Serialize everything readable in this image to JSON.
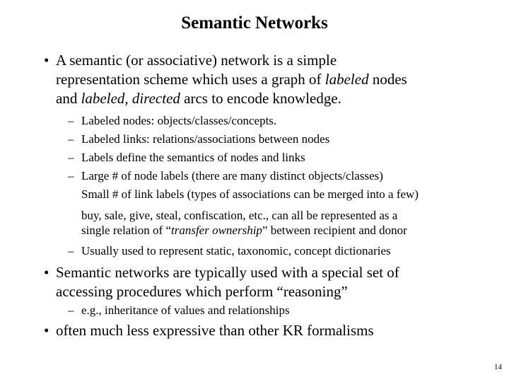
{
  "slide": {
    "title": "Semantic Networks",
    "page_number": "14"
  },
  "markers": {
    "bullet": "•",
    "dash": "–"
  },
  "bullet1": {
    "line1": "A semantic (or associative) network is a simple",
    "line2": {
      "pre": "representation scheme which uses a graph of ",
      "italic": "labeled",
      "post": " nodes"
    },
    "line3": {
      "pre": "and ",
      "italic": "labeled, directed",
      "post": " arcs to encode knowledge."
    }
  },
  "sublist1": {
    "item1": "Labeled nodes: objects/classes/concepts.",
    "item2": "Labeled links: relations/associations between nodes",
    "item3": "Labels define the semantics of nodes and links",
    "item4_line1": "Large # of node labels (there are many distinct objects/classes)",
    "item4_line2": "Small # of link labels (types of associations can be merged into a few)",
    "item4_line3": "buy, sale, give, steal, confiscation, etc., can all be represented as a",
    "item4_line4": {
      "pre": "single relation of “",
      "italic": "transfer ownership",
      "post": "” between recipient and donor"
    },
    "item5": "Usually used to represent static, taxonomic, concept dictionaries"
  },
  "bullet2": {
    "line1": "Semantic networks are typically used with a special set of",
    "line2": "accessing procedures which perform “reasoning”"
  },
  "sublist2": {
    "item1": "e.g., inheritance of values and relationships"
  },
  "bullet3": {
    "line1": "often much less expressive than other KR formalisms"
  }
}
